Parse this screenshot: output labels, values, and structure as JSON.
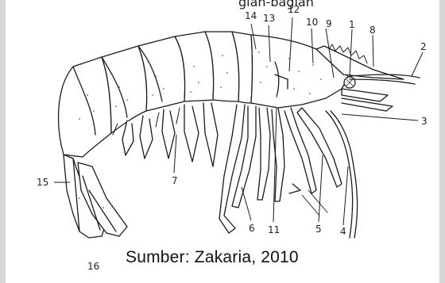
{
  "caption": "Sumber: Zakaria, 2010",
  "top_text_fragment": "gian-bagian",
  "labels": [
    "1",
    "2",
    "3",
    "4",
    "5",
    "6",
    "7",
    "8",
    "9",
    "10",
    "11",
    "12",
    "13",
    "14",
    "15",
    "16"
  ]
}
